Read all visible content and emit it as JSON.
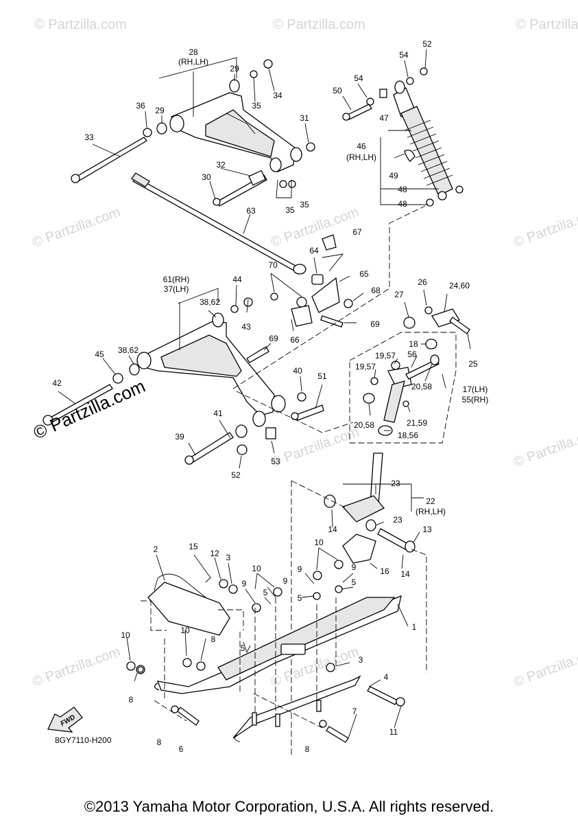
{
  "watermark_text": "© Partzilla.com",
  "main_watermark": "© Partzilla.com",
  "diagram_code": "8GY7110-H200",
  "copyright": "©2013 Yamaha Motor Corporation, U.S.A. All rights reserved.",
  "fwd_label": "FWD",
  "callouts": [
    {
      "id": "c28",
      "text": "28"
    },
    {
      "id": "c28s",
      "text": "(RH,LH)"
    },
    {
      "id": "c29a",
      "text": "29"
    },
    {
      "id": "c29b",
      "text": "29"
    },
    {
      "id": "c34",
      "text": "34"
    },
    {
      "id": "c35a",
      "text": "35"
    },
    {
      "id": "c36",
      "text": "36"
    },
    {
      "id": "c31",
      "text": "31"
    },
    {
      "id": "c33",
      "text": "33"
    },
    {
      "id": "c32",
      "text": "32"
    },
    {
      "id": "c30",
      "text": "30"
    },
    {
      "id": "c35b",
      "text": "35"
    },
    {
      "id": "c35c",
      "text": "35"
    },
    {
      "id": "c52a",
      "text": "52"
    },
    {
      "id": "c54a",
      "text": "54"
    },
    {
      "id": "c54b",
      "text": "54"
    },
    {
      "id": "c50",
      "text": "50"
    },
    {
      "id": "c47",
      "text": "47"
    },
    {
      "id": "c46",
      "text": "46"
    },
    {
      "id": "c46s",
      "text": "(RH,LH)"
    },
    {
      "id": "c49",
      "text": "49"
    },
    {
      "id": "c48a",
      "text": "48"
    },
    {
      "id": "c48b",
      "text": "48"
    },
    {
      "id": "c63",
      "text": "63"
    },
    {
      "id": "c67",
      "text": "67"
    },
    {
      "id": "c64",
      "text": "64"
    },
    {
      "id": "c65",
      "text": "65"
    },
    {
      "id": "c68",
      "text": "68"
    },
    {
      "id": "c70",
      "text": "70"
    },
    {
      "id": "c66",
      "text": "66"
    },
    {
      "id": "c69a",
      "text": "69"
    },
    {
      "id": "c69b",
      "text": "69"
    },
    {
      "id": "c61",
      "text": "61(RH)"
    },
    {
      "id": "c37",
      "text": "37(LH)"
    },
    {
      "id": "c44",
      "text": "44"
    },
    {
      "id": "c3862a",
      "text": "38,62"
    },
    {
      "id": "c43",
      "text": "43"
    },
    {
      "id": "c3862b",
      "text": "38,62"
    },
    {
      "id": "c45",
      "text": "45"
    },
    {
      "id": "c42",
      "text": "42"
    },
    {
      "id": "c40",
      "text": "40"
    },
    {
      "id": "c51",
      "text": "51"
    },
    {
      "id": "c41",
      "text": "41"
    },
    {
      "id": "c39",
      "text": "39"
    },
    {
      "id": "c52b",
      "text": "52"
    },
    {
      "id": "c53",
      "text": "53"
    },
    {
      "id": "c26",
      "text": "26"
    },
    {
      "id": "c2460",
      "text": "24,60"
    },
    {
      "id": "c27",
      "text": "27"
    },
    {
      "id": "c18",
      "text": "18"
    },
    {
      "id": "c25",
      "text": "25"
    },
    {
      "id": "c1957a",
      "text": "19,57"
    },
    {
      "id": "c56",
      "text": "56"
    },
    {
      "id": "c1957b",
      "text": "19,57"
    },
    {
      "id": "c2058a",
      "text": "20,58"
    },
    {
      "id": "c17",
      "text": "17(LH)"
    },
    {
      "id": "c55",
      "text": "55(RH)"
    },
    {
      "id": "c2159",
      "text": "21,59"
    },
    {
      "id": "c2058b",
      "text": "20,58"
    },
    {
      "id": "c1856",
      "text": "18,56"
    },
    {
      "id": "c23a",
      "text": "23"
    },
    {
      "id": "c22",
      "text": "22"
    },
    {
      "id": "c22s",
      "text": "(RH,LH)"
    },
    {
      "id": "c23b",
      "text": "23"
    },
    {
      "id": "c14a",
      "text": "14"
    },
    {
      "id": "c13",
      "text": "13"
    },
    {
      "id": "c16",
      "text": "16"
    },
    {
      "id": "c14b",
      "text": "14"
    },
    {
      "id": "c2",
      "text": "2"
    },
    {
      "id": "c15",
      "text": "15"
    },
    {
      "id": "c12",
      "text": "12"
    },
    {
      "id": "c3a",
      "text": "3"
    },
    {
      "id": "c10a",
      "text": "10"
    },
    {
      "id": "c9a",
      "text": "9"
    },
    {
      "id": "c9b",
      "text": "9"
    },
    {
      "id": "c5a",
      "text": "5"
    },
    {
      "id": "c10b",
      "text": "10"
    },
    {
      "id": "c9c",
      "text": "9"
    },
    {
      "id": "c9d",
      "text": "9"
    },
    {
      "id": "c5b",
      "text": "5"
    },
    {
      "id": "c5c",
      "text": "5"
    },
    {
      "id": "c5d",
      "text": "5"
    },
    {
      "id": "c1",
      "text": "1"
    },
    {
      "id": "c10c",
      "text": "10"
    },
    {
      "id": "c10d",
      "text": "10"
    },
    {
      "id": "c8a",
      "text": "8"
    },
    {
      "id": "c8b",
      "text": "8"
    },
    {
      "id": "c3b",
      "text": "3"
    },
    {
      "id": "c4",
      "text": "4"
    },
    {
      "id": "c7",
      "text": "7"
    },
    {
      "id": "c11",
      "text": "11"
    },
    {
      "id": "c8c",
      "text": "8"
    },
    {
      "id": "c6",
      "text": "6"
    },
    {
      "id": "c8d",
      "text": "8"
    }
  ]
}
